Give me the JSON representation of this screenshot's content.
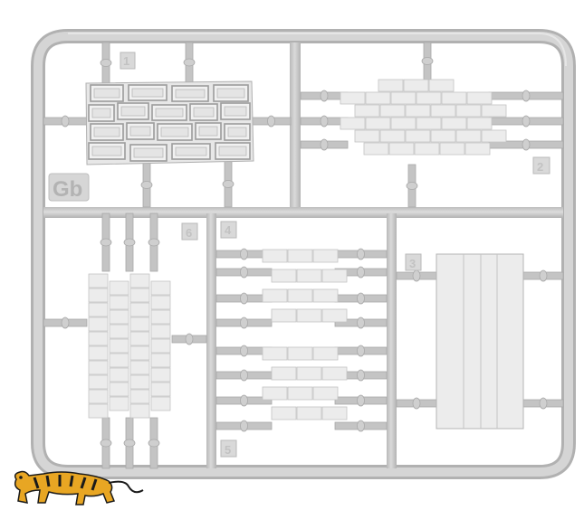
{
  "sprue": {
    "code": "Gb",
    "plastic_color": "#c9c9c9",
    "part_color": "#ebebeb",
    "shadow_color": "#a9a9a9",
    "part_numbers": [
      "1",
      "2",
      "3",
      "4",
      "5",
      "6"
    ]
  },
  "logo": {
    "icon": "tiger-icon",
    "colors": [
      "#e8a623",
      "#1a1a1a"
    ]
  }
}
